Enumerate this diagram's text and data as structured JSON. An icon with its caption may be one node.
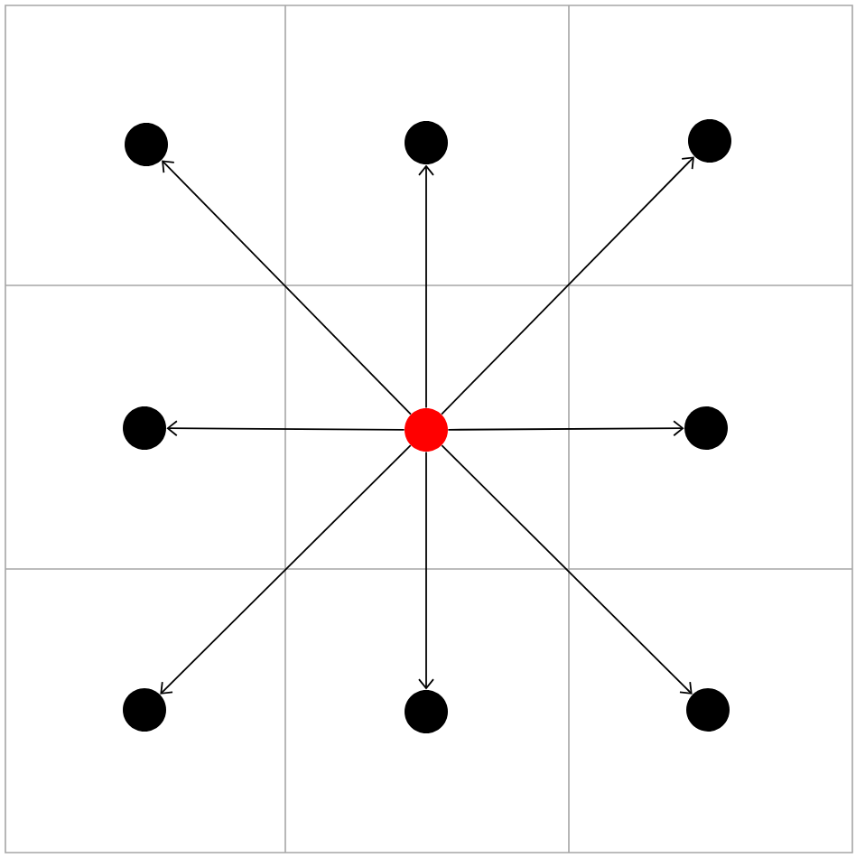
{
  "diagram": {
    "nodes": [
      {
        "text": [],
        "shape": "circle"
      },
      {
        "text": [],
        "shape": "circle"
      },
      {
        "text": [],
        "shape": "circle"
      },
      {
        "text": [],
        "shape": "circle"
      },
      {
        "text": [],
        "shape": "circle"
      },
      {
        "text": [],
        "shape": "circle"
      },
      {
        "text": [],
        "shape": "circle"
      },
      {
        "text": [],
        "shape": "circle"
      },
      {
        "text": [],
        "shape": "circle"
      }
    ],
    "edges": [
      {
        "from": 4,
        "to": 0,
        "arrow": "to"
      },
      {
        "from": 4,
        "to": 1,
        "arrow": "to"
      },
      {
        "from": 4,
        "to": 2,
        "arrow": "to"
      },
      {
        "from": 4,
        "to": 3,
        "arrow": "to"
      },
      {
        "from": 4,
        "to": 5,
        "arrow": "to"
      },
      {
        "from": 4,
        "to": 6,
        "arrow": "to"
      },
      {
        "from": 4,
        "to": 7,
        "arrow": "to"
      },
      {
        "from": 4,
        "to": 8,
        "arrow": "to"
      }
    ]
  }
}
